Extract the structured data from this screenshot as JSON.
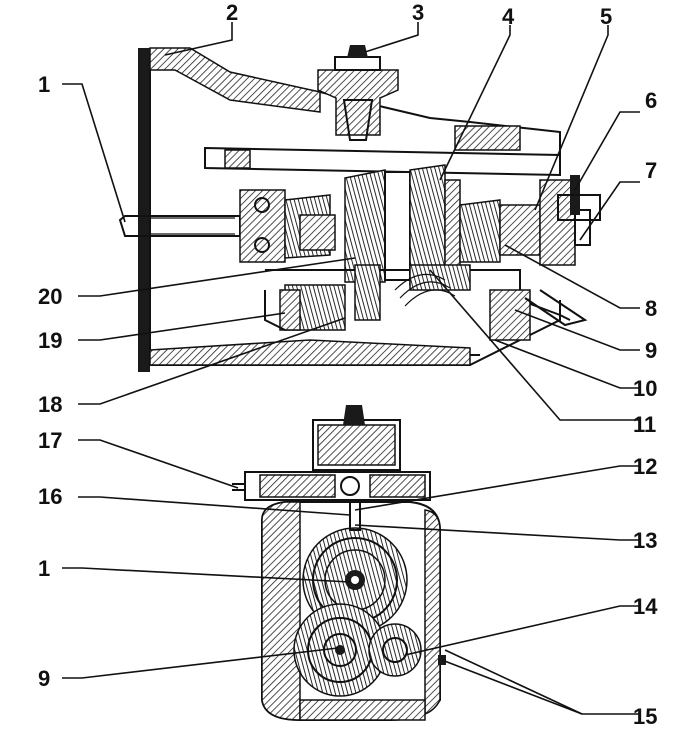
{
  "diagram": {
    "labels": {
      "l1_top": "1",
      "l2": "2",
      "l3": "3",
      "l4": "4",
      "l5": "5",
      "l6": "6",
      "l7": "7",
      "l8": "8",
      "l9_top": "9",
      "l10": "10",
      "l11": "11",
      "l12": "12",
      "l13": "13",
      "l14": "14",
      "l15": "15",
      "l16": "16",
      "l17": "17",
      "l18": "18",
      "l19": "19",
      "l20": "20",
      "l1_bottom": "1",
      "l9_bottom": "9"
    }
  }
}
